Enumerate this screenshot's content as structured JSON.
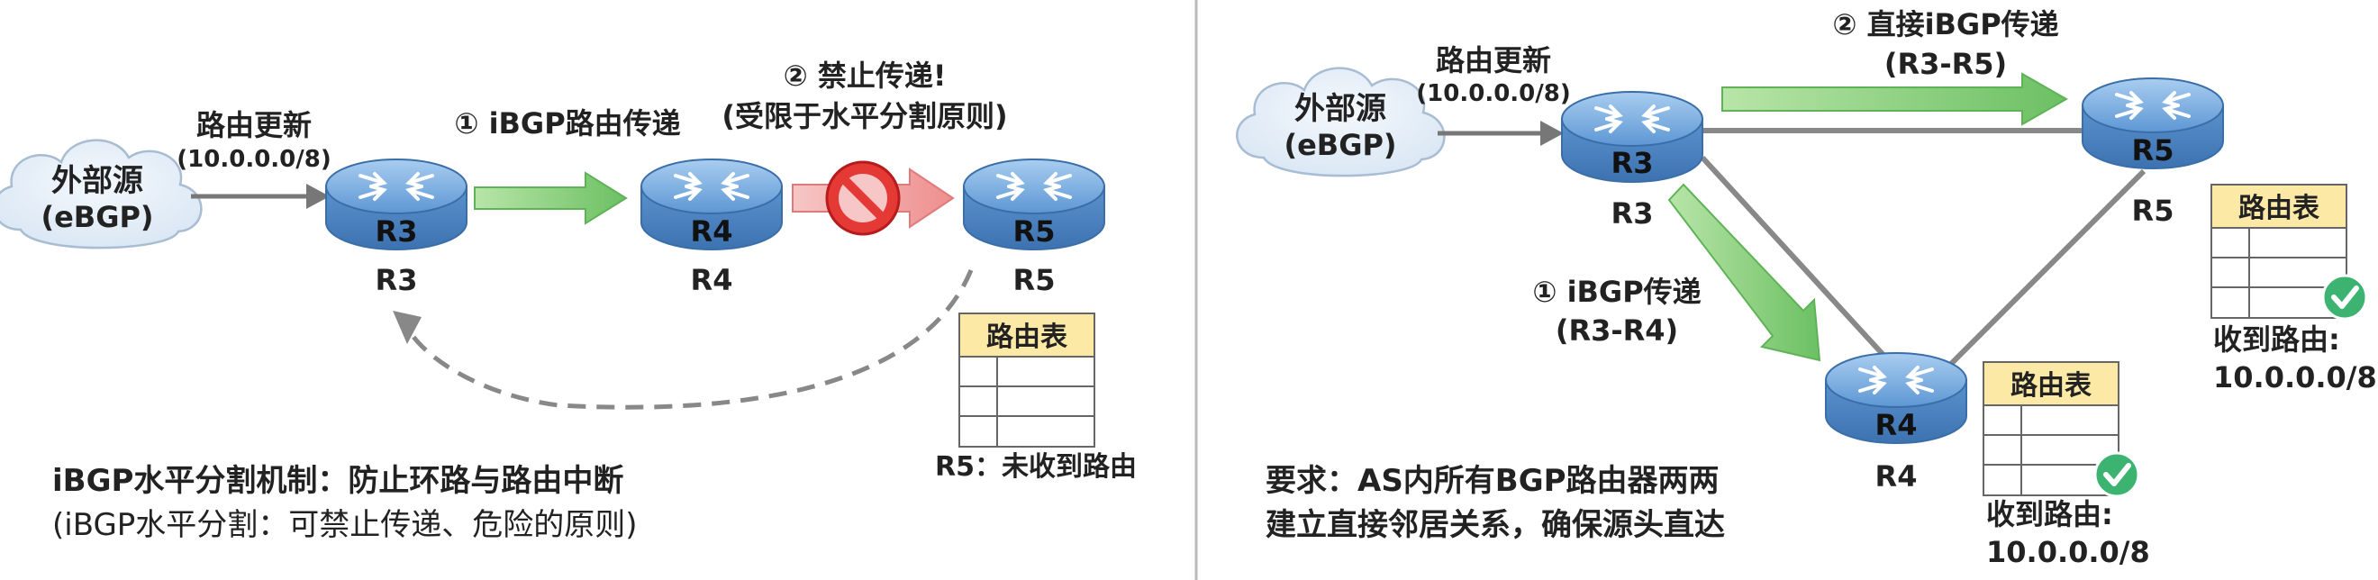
{
  "left": {
    "cloud": {
      "line1": "外部源",
      "line2": "(eBGP)"
    },
    "update_label": "路由更新",
    "update_prefix": "(10.0.0.0/8)",
    "step1_label": "① iBGP路由传递",
    "step2_line1": "② 禁止传递!",
    "step2_line2": "(受限于水平分割原则)",
    "routers": [
      {
        "icon_text": "R3",
        "caption": "R3"
      },
      {
        "icon_text": "R4",
        "caption": "R4"
      },
      {
        "icon_text": "R5",
        "caption": "R5"
      }
    ],
    "table_title": "路由表",
    "r5_status": "R5：未收到路由",
    "caption_title": "iBGP水平分割机制：防止环路与路由中断",
    "caption_sub": "(iBGP水平分割：可禁止传递、危险的原则)"
  },
  "right": {
    "cloud": {
      "line1": "外部源",
      "line2": "(eBGP)"
    },
    "update_label": "路由更新",
    "update_prefix": "(10.0.0.0/8)",
    "direct_line1": "② 直接iBGP传递",
    "direct_line2": "(R3-R5)",
    "step1_line1": "① iBGP传递",
    "step1_line2": "(R3-R4)",
    "routers": [
      {
        "icon_text": "R3",
        "caption": "R3"
      },
      {
        "icon_text": "R5",
        "caption": "R5"
      },
      {
        "icon_text": "R4",
        "caption": "R4"
      }
    ],
    "r5_table_title": "路由表",
    "r4_table_title": "路由表",
    "received_label": "收到路由:",
    "received_prefix": "10.0.0.0/8",
    "caption_line1": "要求：AS内所有BGP路由器两两",
    "caption_line2": "建立直接邻居关系，确保源头直达"
  },
  "colors": {
    "router_fill": "#6fa8dc",
    "green_arrow": "#8fd18a",
    "red_arrow": "#f2a6a6",
    "table_header": "#fde9a6",
    "check": "#3cb371",
    "block": "#e53935"
  }
}
